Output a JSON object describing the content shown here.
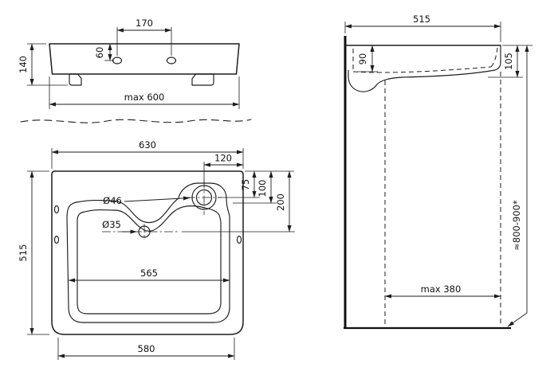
{
  "front": {
    "hole_spacing": "170",
    "hole_top_offset": "60",
    "height": "140",
    "max_width": "max 600"
  },
  "plan": {
    "width": "630",
    "drain_right": "120",
    "drain_top": "75",
    "overflow_top": "100",
    "faucet_top": "200",
    "depth": "515",
    "drain_dia": "Ø46",
    "faucet_dia": "Ø35",
    "inner_width": "565",
    "bottom_width": "580"
  },
  "side": {
    "depth": "515",
    "bowl_depth": "90",
    "rim_height": "105",
    "install_height": "≈800-900*",
    "clearance": "max 380"
  }
}
